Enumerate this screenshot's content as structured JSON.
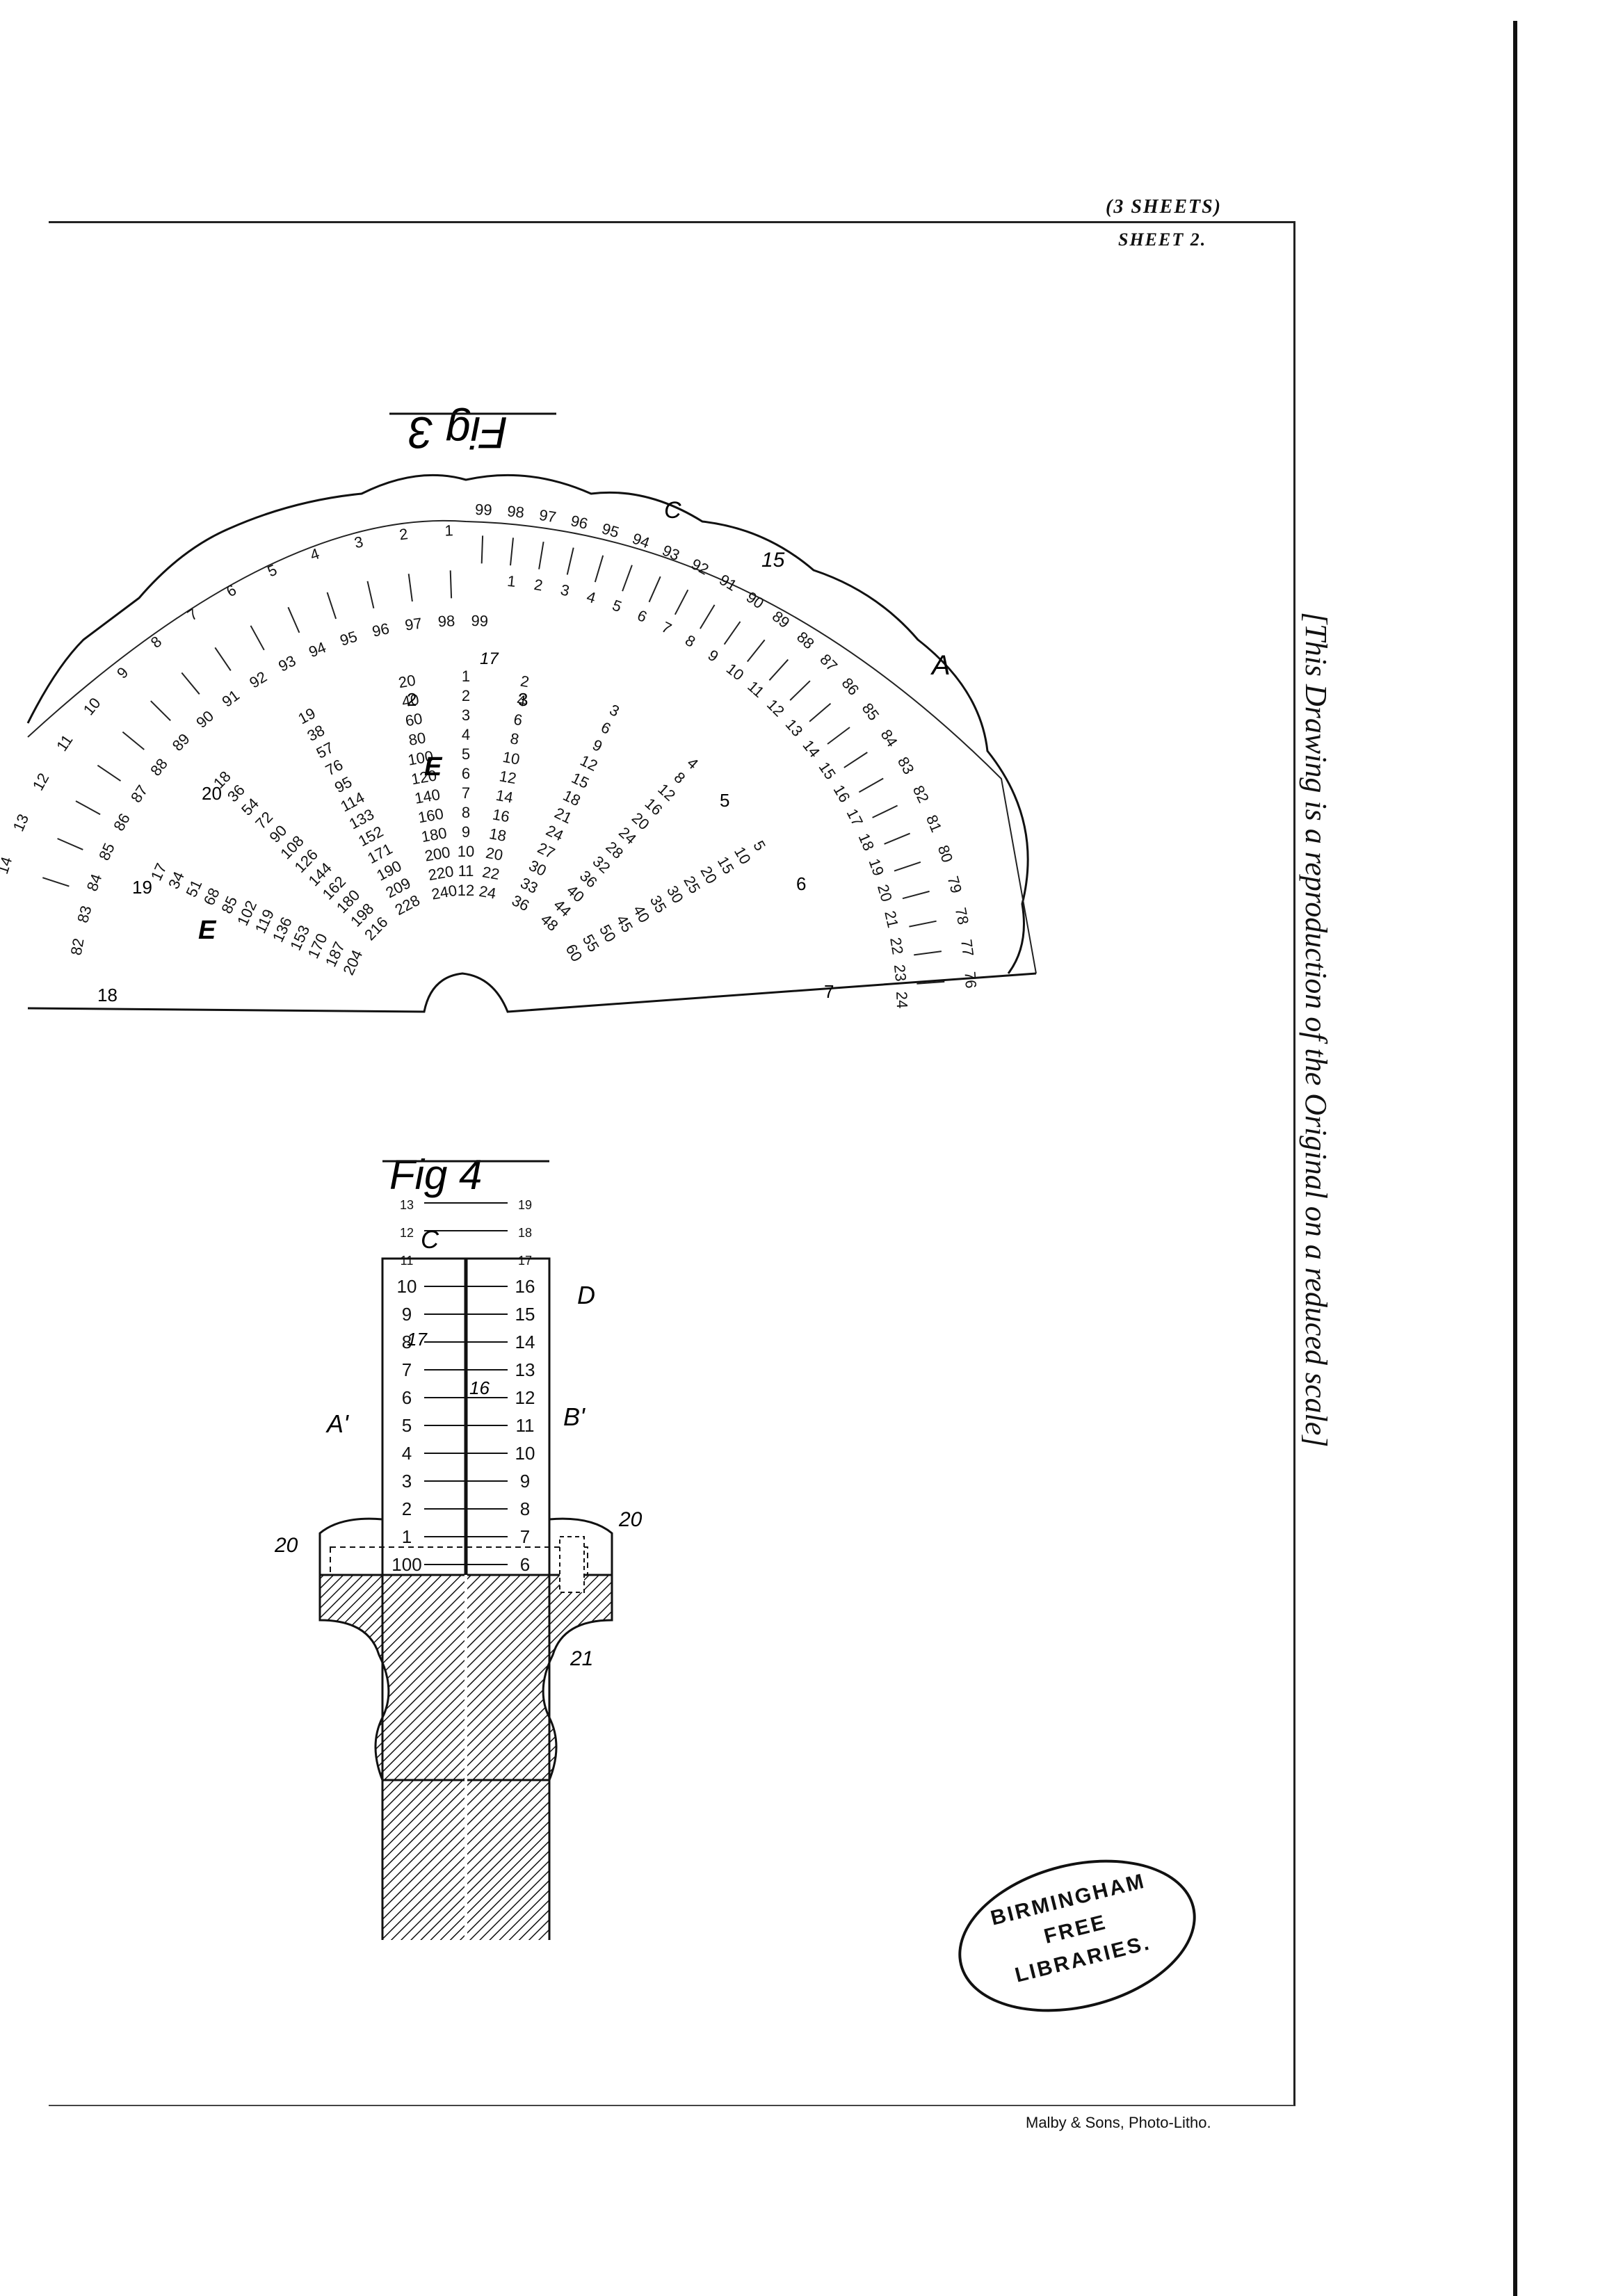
{
  "header": {
    "sheets": "(3 SHEETS)",
    "sheet": "SHEET 2."
  },
  "side_note": "[This Drawing is a reproduction of the Original on a reduced scale]",
  "figures": {
    "fig3": {
      "title": "Fig 3",
      "refs": {
        "C": "C",
        "15": "15",
        "A": "A",
        "17": "17",
        "E": "E",
        "E_lower": "E"
      },
      "outer_left": [
        "1",
        "2",
        "3",
        "4",
        "5",
        "6",
        "7",
        "8",
        "9",
        "10",
        "11",
        "12",
        "13",
        "14"
      ],
      "outer_left_inner": [
        "99",
        "98",
        "97",
        "96",
        "95",
        "94",
        "93",
        "92",
        "91",
        "90",
        "89",
        "88",
        "87",
        "86",
        "85",
        "84",
        "83",
        "82"
      ],
      "outer_right": [
        "99",
        "98",
        "97",
        "96",
        "95",
        "94",
        "93",
        "92",
        "91",
        "90",
        "89",
        "88",
        "87",
        "86",
        "85",
        "84",
        "83",
        "82",
        "81",
        "80",
        "79",
        "78",
        "77",
        "76"
      ],
      "outer_right_inner": [
        "1",
        "2",
        "3",
        "4",
        "5",
        "6",
        "7",
        "8",
        "9",
        "10",
        "11",
        "12",
        "13",
        "14",
        "15",
        "16",
        "17",
        "18",
        "19",
        "20",
        "21",
        "22",
        "23",
        "24"
      ],
      "center_col": [
        "1",
        "2",
        "3",
        "4",
        "5",
        "6",
        "7",
        "8",
        "9",
        "10",
        "11",
        "12"
      ],
      "col_20": [
        "20",
        "40",
        "60",
        "80",
        "100",
        "120",
        "140",
        "160",
        "180",
        "200",
        "220",
        "240"
      ],
      "col_19": [
        "19",
        "38",
        "57",
        "76",
        "95",
        "114",
        "133",
        "152",
        "171",
        "190",
        "209",
        "228"
      ],
      "col_18": [
        "18",
        "36",
        "54",
        "72",
        "90",
        "108",
        "126",
        "144",
        "162",
        "180",
        "198",
        "216"
      ],
      "col_17": [
        "17",
        "34",
        "51",
        "68",
        "85",
        "102",
        "119",
        "136",
        "153",
        "170",
        "187",
        "204"
      ],
      "col_2r": [
        "2",
        "4",
        "6",
        "8",
        "10",
        "12",
        "14",
        "16",
        "18",
        "20",
        "22",
        "24"
      ],
      "col_3r": [
        "3",
        "6",
        "9",
        "12",
        "15",
        "18",
        "21",
        "24",
        "27",
        "30",
        "33",
        "36"
      ],
      "col_4r": [
        "4",
        "8",
        "12",
        "16",
        "20",
        "24",
        "28",
        "32",
        "36",
        "40",
        "44",
        "48"
      ],
      "col_5r": [
        "5",
        "10",
        "15",
        "20",
        "25",
        "30",
        "35",
        "40",
        "45",
        "50",
        "55",
        "60"
      ],
      "row_labels": {
        "top_2": "2",
        "top_3": "3",
        "left_20": "20",
        "left_19": "19",
        "left_18": "18",
        "right_5": "5",
        "right_6": "6",
        "right_7": "7"
      }
    },
    "fig4": {
      "title": "Fig 4",
      "refs": {
        "C": "C",
        "D": "D",
        "A1": "A'",
        "B1": "B'",
        "17": "17",
        "16": "16",
        "20a": "20",
        "20b": "20",
        "21": "21"
      },
      "left_scale": [
        "100",
        "1",
        "2",
        "3",
        "4",
        "5",
        "6",
        "7",
        "8",
        "9",
        "10",
        "11",
        "12",
        "13"
      ],
      "right_scale": [
        "6",
        "7",
        "8",
        "9",
        "10",
        "11",
        "12",
        "13",
        "14",
        "15",
        "16",
        "17",
        "18",
        "19"
      ]
    }
  },
  "stamp": {
    "line1": "BIRMINGHAM",
    "line2": "FREE",
    "line3": "LIBRARIES."
  },
  "footer": "Malby & Sons, Photo-Litho."
}
